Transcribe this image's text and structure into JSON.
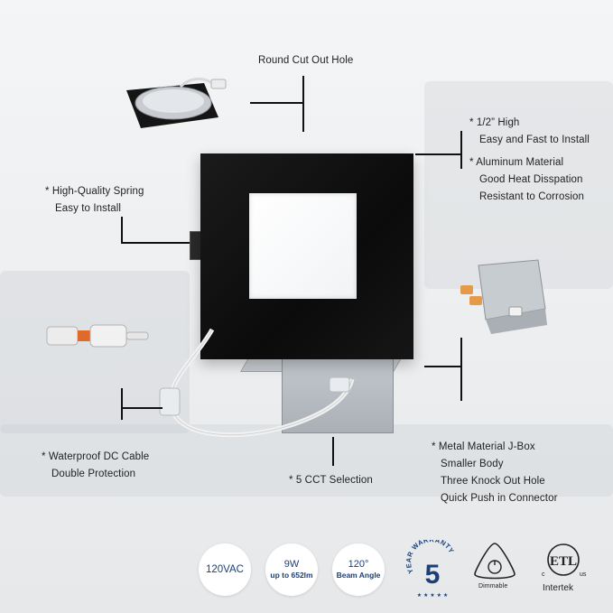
{
  "callouts": {
    "round_cutout": "Round Cut Out Hole",
    "height_line1": "* 1/2”  High",
    "height_line2": "Easy and Fast to Install",
    "aluminum_line1": "* Aluminum Material",
    "aluminum_line2": "Good Heat Disspation",
    "aluminum_line3": "Resistant to Corrosion",
    "spring_line1": "* High-Quality Spring",
    "spring_line2": "Easy to Install",
    "cable_line1": "* Waterproof DC Cable",
    "cable_line2": "Double Protection",
    "cct": "* 5 CCT Selection",
    "jbox_line1": "* Metal Material J-Box",
    "jbox_line2": "Smaller Body",
    "jbox_line3": "Three Knock Out Hole",
    "jbox_line4": "Quick Push in Connector"
  },
  "badges": {
    "voltage": "120VAC",
    "watt": "9W",
    "lumens": "up to 652lm",
    "angle": "120°",
    "angle_label": "Beam Angle",
    "warranty_text": "YEAR WARRANTY",
    "warranty_years": "5",
    "dimmable": "Dimmable",
    "cert_mark": "ETL",
    "cert_c": "c",
    "cert_us": "us",
    "cert_brand": "Intertek"
  },
  "colors": {
    "badge_text": "#1b3f78",
    "panel": "#111111"
  }
}
